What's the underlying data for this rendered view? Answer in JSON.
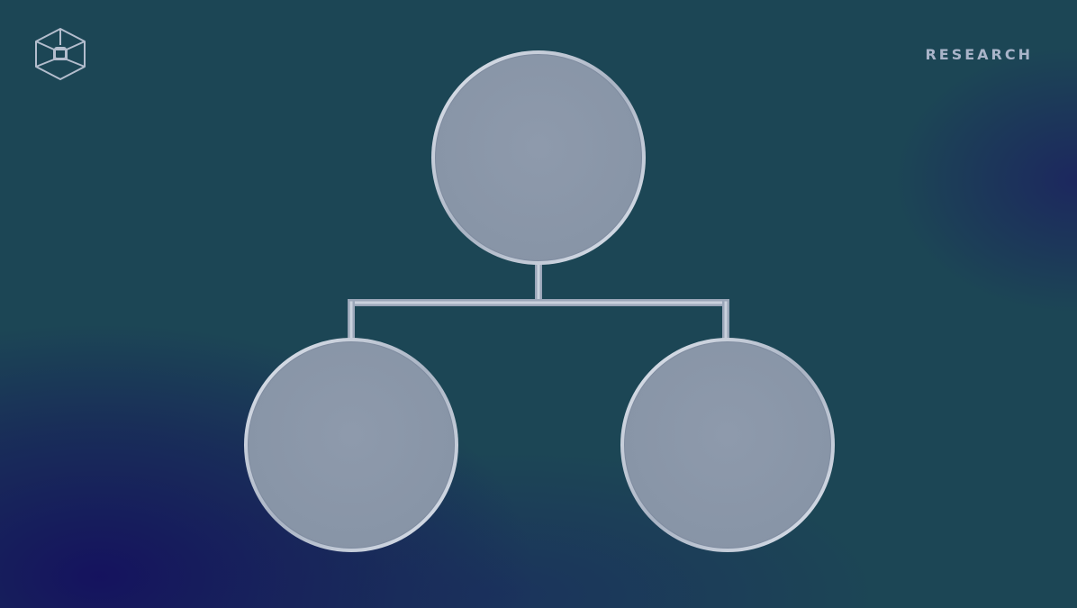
{
  "header": {
    "logo_icon": "hexagon-cube-logo-icon",
    "category_label": "RESEARCH"
  },
  "diagram": {
    "type": "tree",
    "nodes": [
      {
        "id": "root",
        "label": ""
      },
      {
        "id": "left-child",
        "label": ""
      },
      {
        "id": "right-child",
        "label": ""
      }
    ],
    "edges": [
      {
        "from": "root",
        "to": "left-child"
      },
      {
        "from": "root",
        "to": "right-child"
      }
    ]
  },
  "colors": {
    "background": "#1c4655",
    "background_accent": "#140e5f",
    "node_fill": "#8a97a8",
    "node_border": "#c4ccd9",
    "connector": "#b7c1d1",
    "label_text": "#a9b4c9"
  }
}
